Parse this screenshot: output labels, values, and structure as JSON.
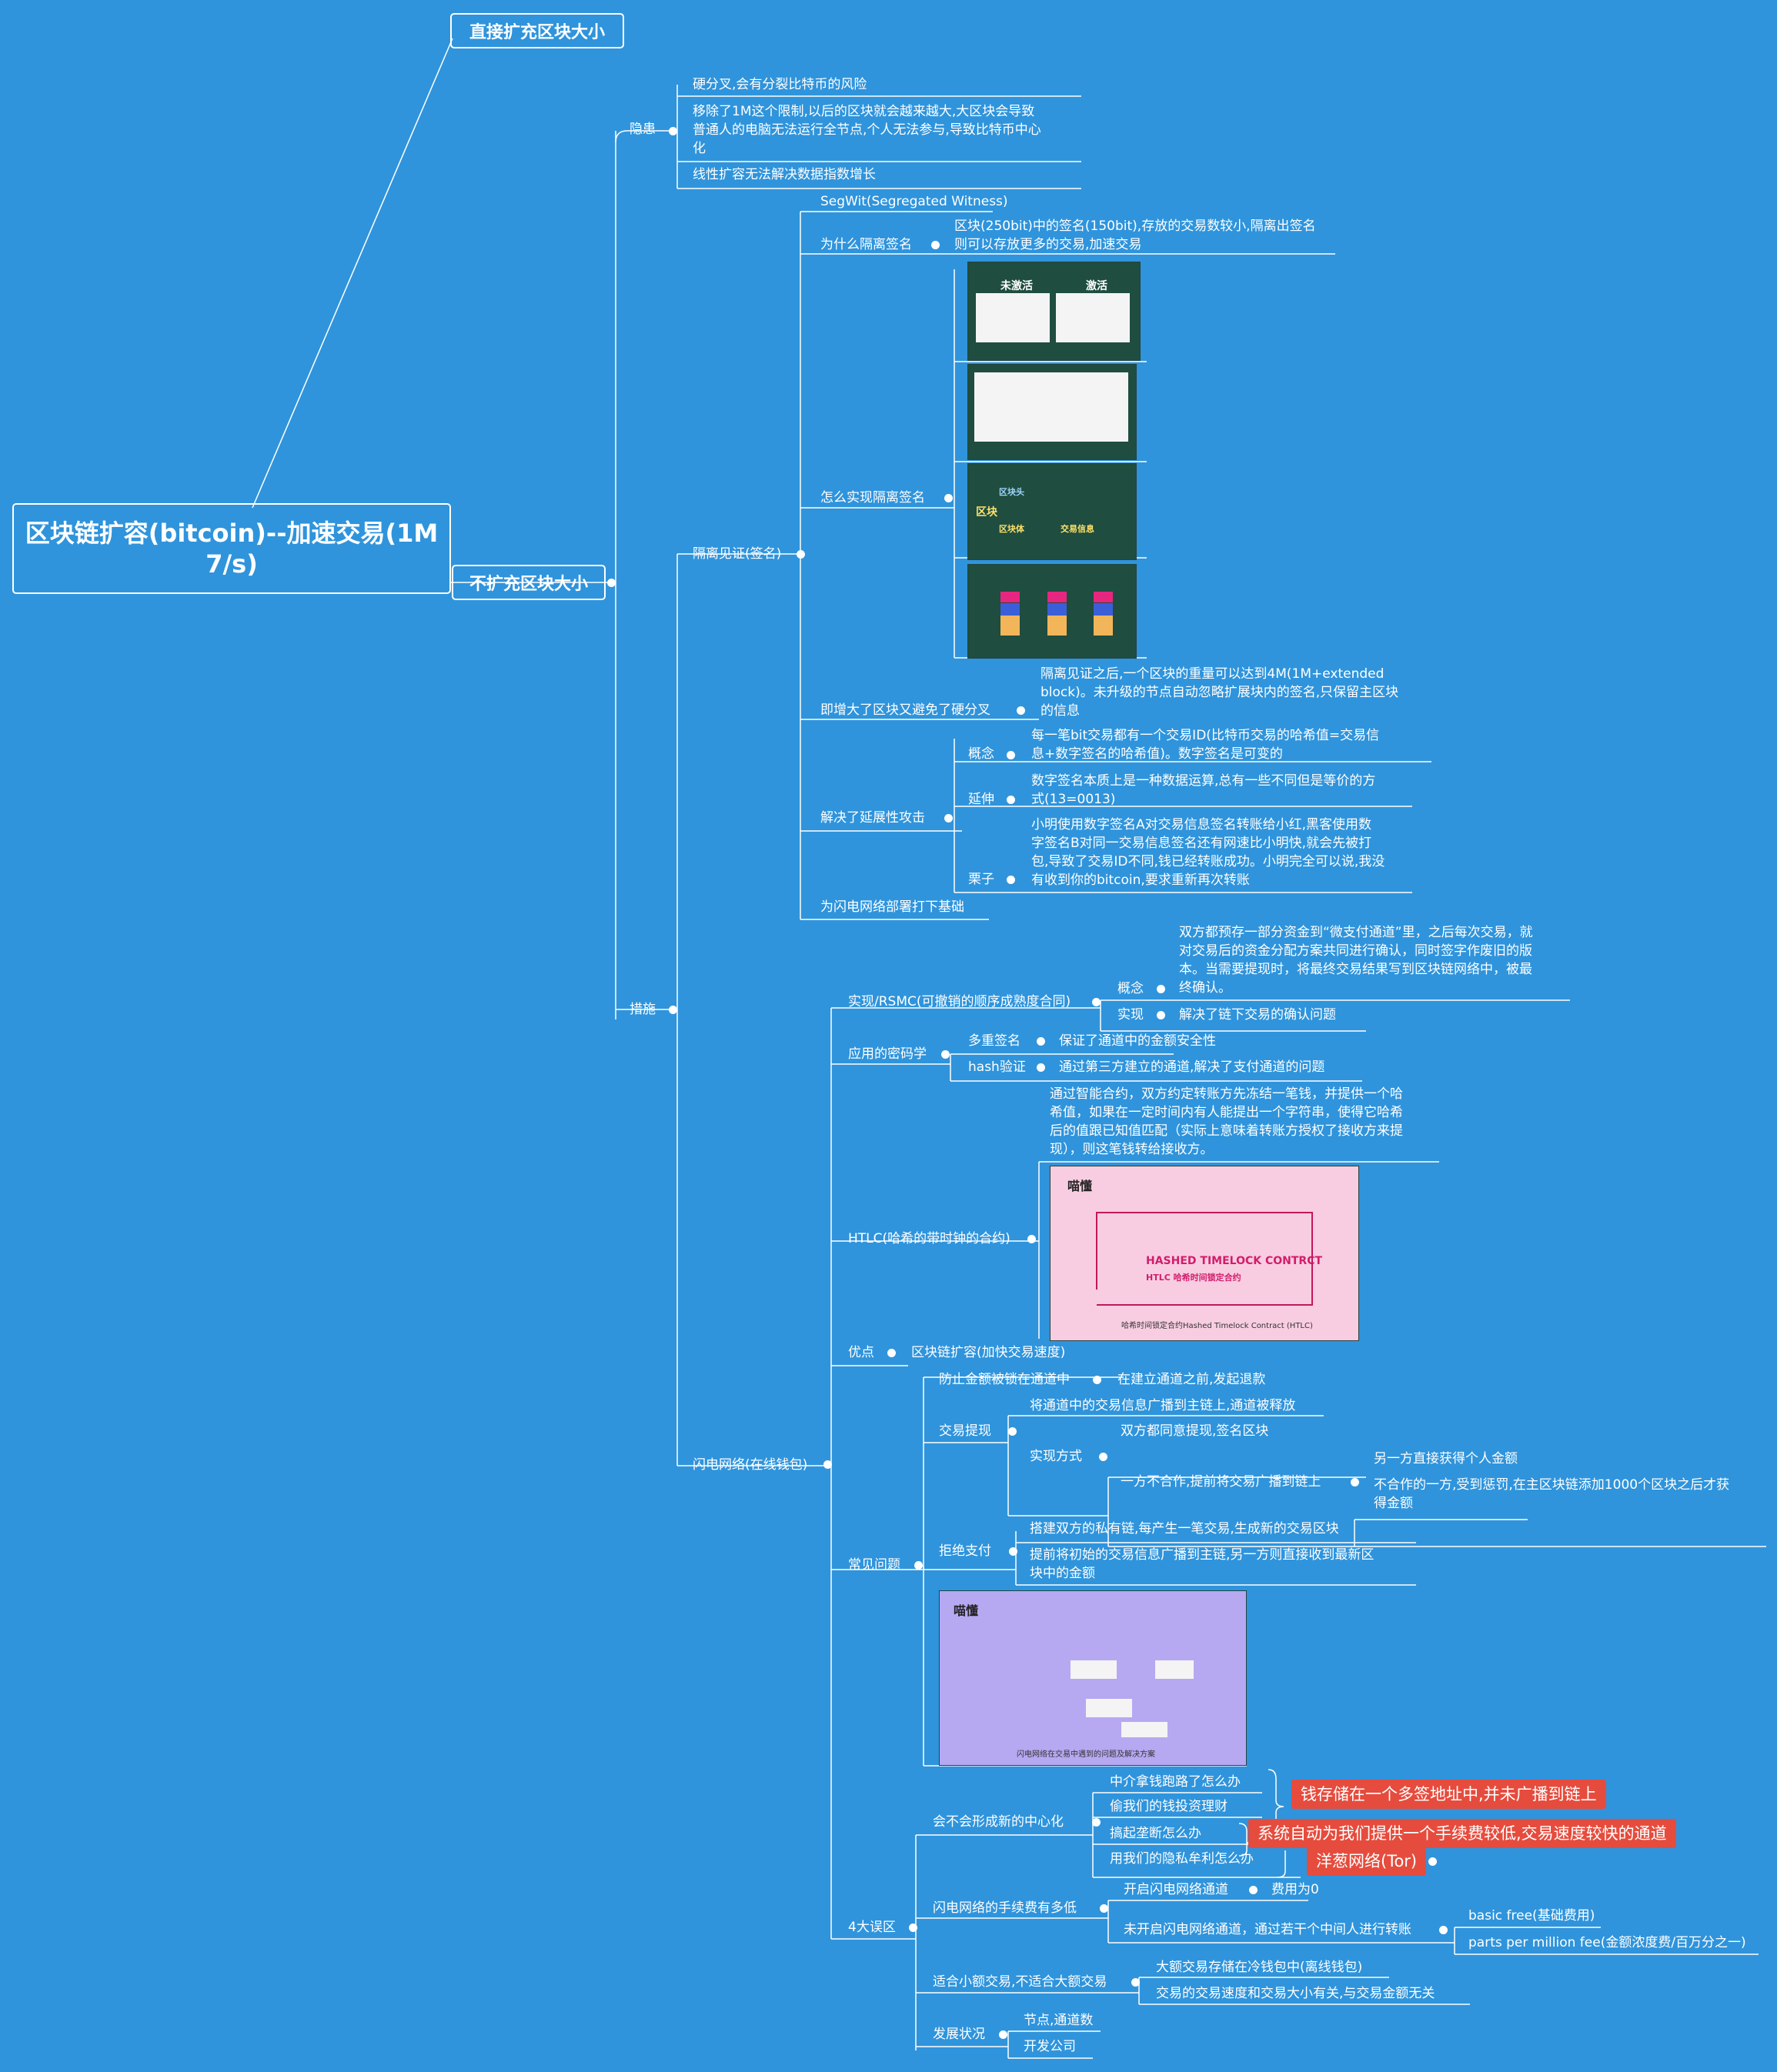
{
  "root": "区块链扩容(bitcoin)--加速交易(1M 7/s)",
  "direct": "直接扩充区块大小",
  "noexpand": "不扩充区块大小",
  "hidden": {
    "label": "隐患",
    "items": [
      "硬分叉,会有分裂比特币的风险",
      "移除了1M这个限制,以后的区块就会越来越大,大区块会导致\n普通人的电脑无法运行全节点,个人无法参与,导致比特币中心\n化",
      "线性扩容无法解决数据指数增长"
    ]
  },
  "measures": "措施",
  "segwit": {
    "label": "隔离见证(签名)",
    "name": "SegWit(Segregated Witness)",
    "why_label": "为什么隔离签名",
    "why_text": "区块(250bit)中的签名(150bit),存放的交易数较小,隔离出签名\n则可以存放更多的交易,加速交易",
    "how_label": "怎么实现隔离签名",
    "img1_left": "未激活",
    "img1_right": "激活",
    "img3_a": "区块",
    "img3_b": "区块头",
    "img3_c": "区块体",
    "img3_d": "交易信息",
    "increase_label": "即增大了区块又避免了硬分叉",
    "increase_text": "隔离见证之后,一个区块的重量可以达到4M(1M+extended\nblock)。未升级的节点自动忽略扩展块内的签名,只保留主区块\n的信息",
    "malleability_label": "解决了延展性攻击",
    "concept_label": "概念",
    "concept_text": "每一笔bit交易都有一个交易ID(比特币交易的哈希值=交易信\n息+数字签名的哈希值)。数字签名是可变的",
    "extend_label": "延伸",
    "extend_text": "数字签名本质上是一种数据运算,总有一些不同但是等价的方\n式(13=0013)",
    "example_label": "栗子",
    "example_text": "小明使用数字签名A对交易信息签名转账给小红,黑客使用数\n字签名B对同一交易信息签名还有网速比小明快,就会先被打\n包,导致了交易ID不同,钱已经转账成功。小明完全可以说,我没\n有收到你的bitcoin,要求重新再次转账",
    "lightning_base": "为闪电网络部署打下基础"
  },
  "lightning": {
    "label": "闪电网络(在线钱包)",
    "rsmc_label": "实现/RSMC(可撤销的顺序成熟度合同)",
    "rsmc_concept_label": "概念",
    "rsmc_concept_text": "双方都预存一部分资金到“微支付通道”里，之后每次交易，就\n对交易后的资金分配方案共同进行确认，同时签字作废旧的版\n本。当需要提现时，将最终交易结果写到区块链网络中，被最\n终确认。",
    "rsmc_impl_label": "实现",
    "rsmc_impl_text": "解决了链下交易的确认问题",
    "crypto_label": "应用的密码学",
    "multisig_label": "多重签名",
    "multisig_text": "保证了通道中的金额安全性",
    "hash_label": "hash验证",
    "hash_text": "通过第三方建立的通道,解决了支付通道的问题",
    "htlc_label": "HTLC(哈希的带时钟的合约)",
    "htlc_text": "通过智能合约，双方约定转账方先冻结一笔钱，并提供一个哈\n希值，如果在一定时间内有人能提出一个字符串，使得它哈希\n后的值跟已知值匹配（实际上意味着转账方授权了接收方来提\n现），则这笔钱转给接收方。",
    "htlc_img_logo": "喵懂",
    "htlc_img_title": "HASHED TIMELOCK CONTRCT",
    "htlc_img_sub": "HTLC 哈希时间锁定合约",
    "htlc_img_cap": "哈希时间锁定合约Hashed Timelock Contract (HTLC)",
    "adv_label": "优点",
    "adv_text": "区块链扩容(加快交易速度)",
    "faq_label": "常见问题",
    "faq_lock": "防止金额被锁在通道中",
    "faq_lock_text": "在建立通道之前,发起退款",
    "withdraw_label": "交易提现",
    "withdraw_1": "将通道中的交易信息广播到主链上,通道被释放",
    "impl_label": "实现方式",
    "impl_1": "双方都同意提现,签名区块",
    "impl_2": "一方不合作,提前将交易广播到链上",
    "impl_2a": "另一方直接获得个人金额",
    "impl_2b": "不合作的一方,受到惩罚,在主区块链添加1000个区块之后才获\n得金额",
    "refuse_label": "拒绝支付",
    "refuse_1": "搭建双方的私有链,每产生一笔交易,生成新的交易区块",
    "refuse_2": "提前将初始的交易信息广播到主链,另一方则直接收到最新区\n块中的金额",
    "faq_img_logo": "喵懂",
    "faq_img_cap": "闪电网络在交易中遇到的问题及解决方案"
  },
  "misunderstand": {
    "label": "4大误区",
    "central_label": "会不会形成新的中心化",
    "central_1": "中介拿钱跑路了怎么办",
    "central_2": "偷我们的钱投资理财",
    "central_3": "搞起垄断怎么办",
    "central_4": "用我们的隐私牟利怎么办",
    "ans_1": "钱存储在一个多签地址中,并未广播到链上",
    "ans_2": "系统自动为我们提供一个手续费较低,交易速度较快的通道",
    "ans_3": "洋葱网络(Tor)",
    "fee_label": "闪电网络的手续费有多低",
    "fee_open": "开启闪电网络通道",
    "fee_zero": "费用为0",
    "fee_closed": "未开启闪电网络通道，通过若干个中间人进行转账",
    "fee_basic": "basic free(基础费用)",
    "fee_ppm": "parts per million fee(金额浓度费/百万分之一)",
    "small_label": "适合小额交易,不适合大额交易",
    "small_1": "大额交易存储在冷钱包中(离线钱包)",
    "small_2": "交易的交易速度和交易大小有关,与交易金额无关",
    "status_label": "发展状况",
    "status_1": "节点,通道数",
    "status_2": "开发公司"
  }
}
